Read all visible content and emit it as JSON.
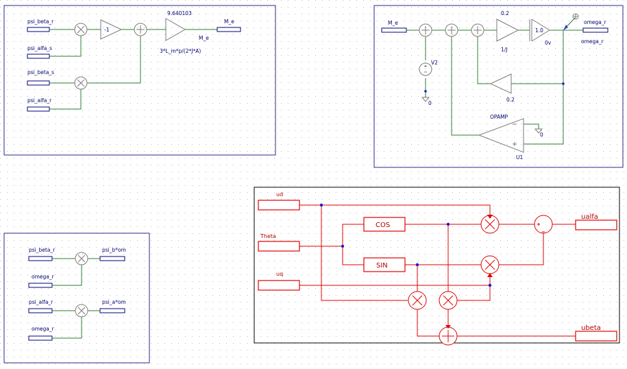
{
  "colors": {
    "frame": "#2a2a8a",
    "wire": "#2e7d2e",
    "block": "#7a7a7a",
    "text": "#00006e",
    "highlight": "#e00000",
    "node": "#1a1acc"
  },
  "torque": {
    "in_psi_beta_r": "psi_beta_r",
    "in_psi_alfa_s": "psi_alfa_s",
    "in_psi_beta_s": "psi_beta_s",
    "in_psi_alfa_r": "psi_alfa_r",
    "neg_gain": "-1",
    "gain_value": "9.640103",
    "gain_expr": "3*L_m*p/(2*J*A)",
    "out_label": "M_e",
    "out_terminal": "M_e"
  },
  "mech": {
    "in_label": "M_e",
    "source_name": "V2",
    "ground1": "0",
    "gain1": "0.2",
    "gain1_expr": "1/J",
    "integrator_value": "1.0",
    "integrator_init": "0v",
    "feedback_gain": "0.2",
    "opamp_name": "OPAMP",
    "opamp_ref": "U1",
    "ground2": "0",
    "out_label": "omega_r",
    "out_terminal": "omega_r"
  },
  "products": {
    "in_psi_beta_r": "psi_beta_r",
    "in_omega_r_1": "omega_r",
    "out_psi_b_om": "psi_b*om",
    "in_psi_alfa_r": "psi_alfa_r",
    "in_omega_r_2": "omega_r",
    "out_psi_a_om": "psi_a*om"
  },
  "transform": {
    "in_ud": "ud",
    "in_theta": "Theta",
    "in_uq": "uq",
    "cos_label": "COS",
    "sin_label": "SIN",
    "out_ualfa": "ualfa",
    "out_ubeta": "ubeta"
  }
}
